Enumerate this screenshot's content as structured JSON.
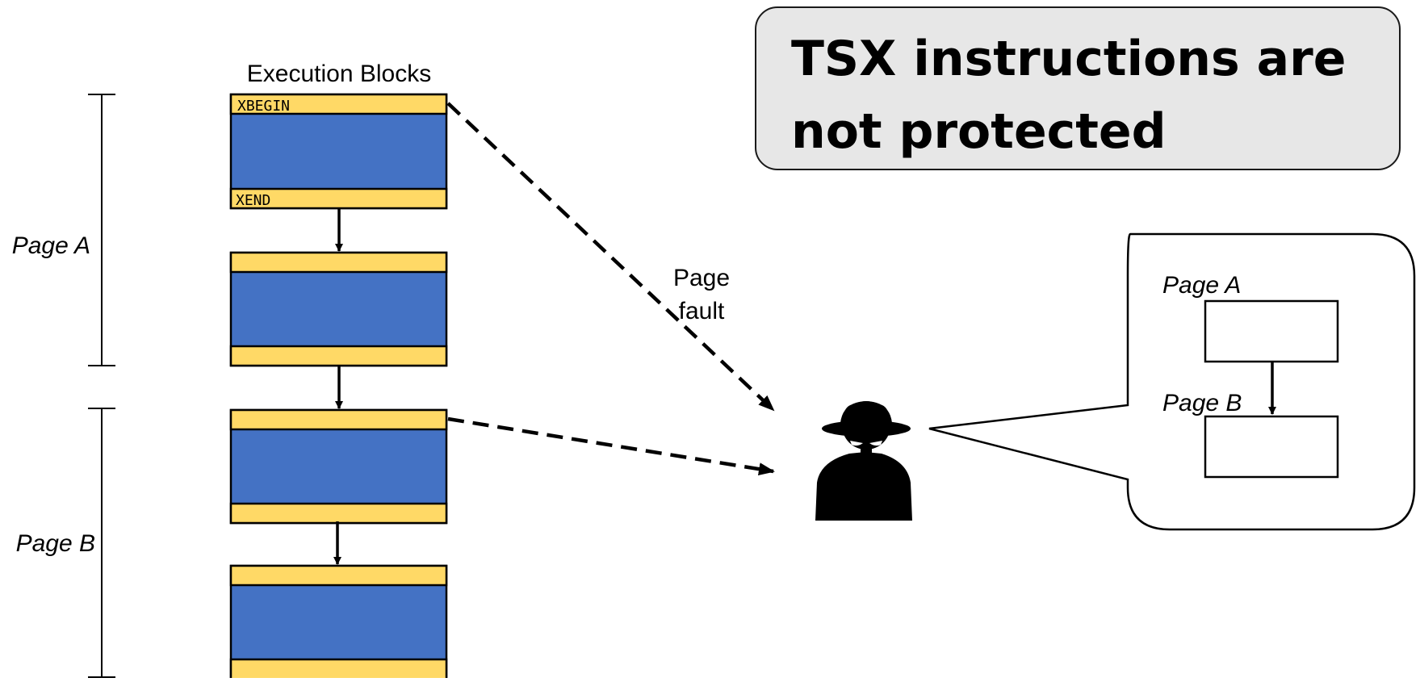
{
  "title": "TSX instructions are not protected",
  "execution_blocks_title": "Execution Blocks",
  "blocks": [
    {
      "top_label": "XBEGIN",
      "bottom_label": "XEND"
    },
    {
      "top_label": "",
      "bottom_label": ""
    },
    {
      "top_label": "",
      "bottom_label": ""
    },
    {
      "top_label": "",
      "bottom_label": ""
    }
  ],
  "page_ranges": [
    {
      "label": "Page A"
    },
    {
      "label": "Page B"
    }
  ],
  "page_fault_label": {
    "line1": "Page",
    "line2": "fault"
  },
  "attacker": {
    "icon": "attacker-spy-icon"
  },
  "speech_bubble": {
    "page_a_label": "Page A",
    "page_b_label": "Page B"
  },
  "colors": {
    "block_body": "#4472c4",
    "block_band": "#ffd966",
    "callout_background": "#e7e7e7",
    "stroke": "#000000"
  }
}
